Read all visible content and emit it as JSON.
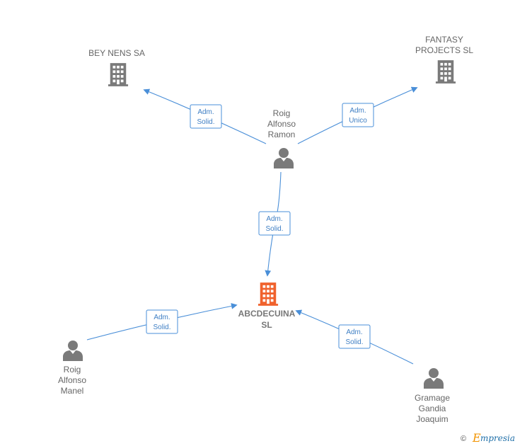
{
  "nodes": {
    "bey_nens": {
      "lines": [
        "BEY NENS SA"
      ],
      "type": "company"
    },
    "fantasy": {
      "lines": [
        "FANTASY",
        "PROJECTS SL"
      ],
      "type": "company"
    },
    "roig_ramon": {
      "lines": [
        "Roig",
        "Alfonso",
        "Ramon"
      ],
      "type": "person"
    },
    "abcdecuina": {
      "lines": [
        "ABCDECUINA",
        "SL"
      ],
      "type": "company-main"
    },
    "roig_manel": {
      "lines": [
        "Roig",
        "Alfonso",
        "Manel"
      ],
      "type": "person"
    },
    "gramage": {
      "lines": [
        "Gramage",
        "Gandia",
        "Joaquim"
      ],
      "type": "person"
    }
  },
  "edges": [
    {
      "from": "roig_ramon",
      "to": "bey_nens",
      "label": [
        "Adm.",
        "Solid."
      ]
    },
    {
      "from": "roig_ramon",
      "to": "fantasy",
      "label": [
        "Adm.",
        "Unico"
      ]
    },
    {
      "from": "roig_ramon",
      "to": "abcdecuina",
      "label": [
        "Adm.",
        "Solid."
      ]
    },
    {
      "from": "roig_manel",
      "to": "abcdecuina",
      "label": [
        "Adm.",
        "Solid."
      ]
    },
    {
      "from": "gramage",
      "to": "abcdecuina",
      "label": [
        "Adm.",
        "Solid."
      ]
    }
  ],
  "colors": {
    "company": "#7a7a7a",
    "company_main": "#f0622d",
    "person": "#7a7a7a",
    "edge": "#4a8fd8"
  },
  "icons": {
    "company": "building-icon",
    "person": "person-icon"
  },
  "footer": {
    "copyright": "©",
    "brand_first": "E",
    "brand_rest": "mpresia"
  }
}
